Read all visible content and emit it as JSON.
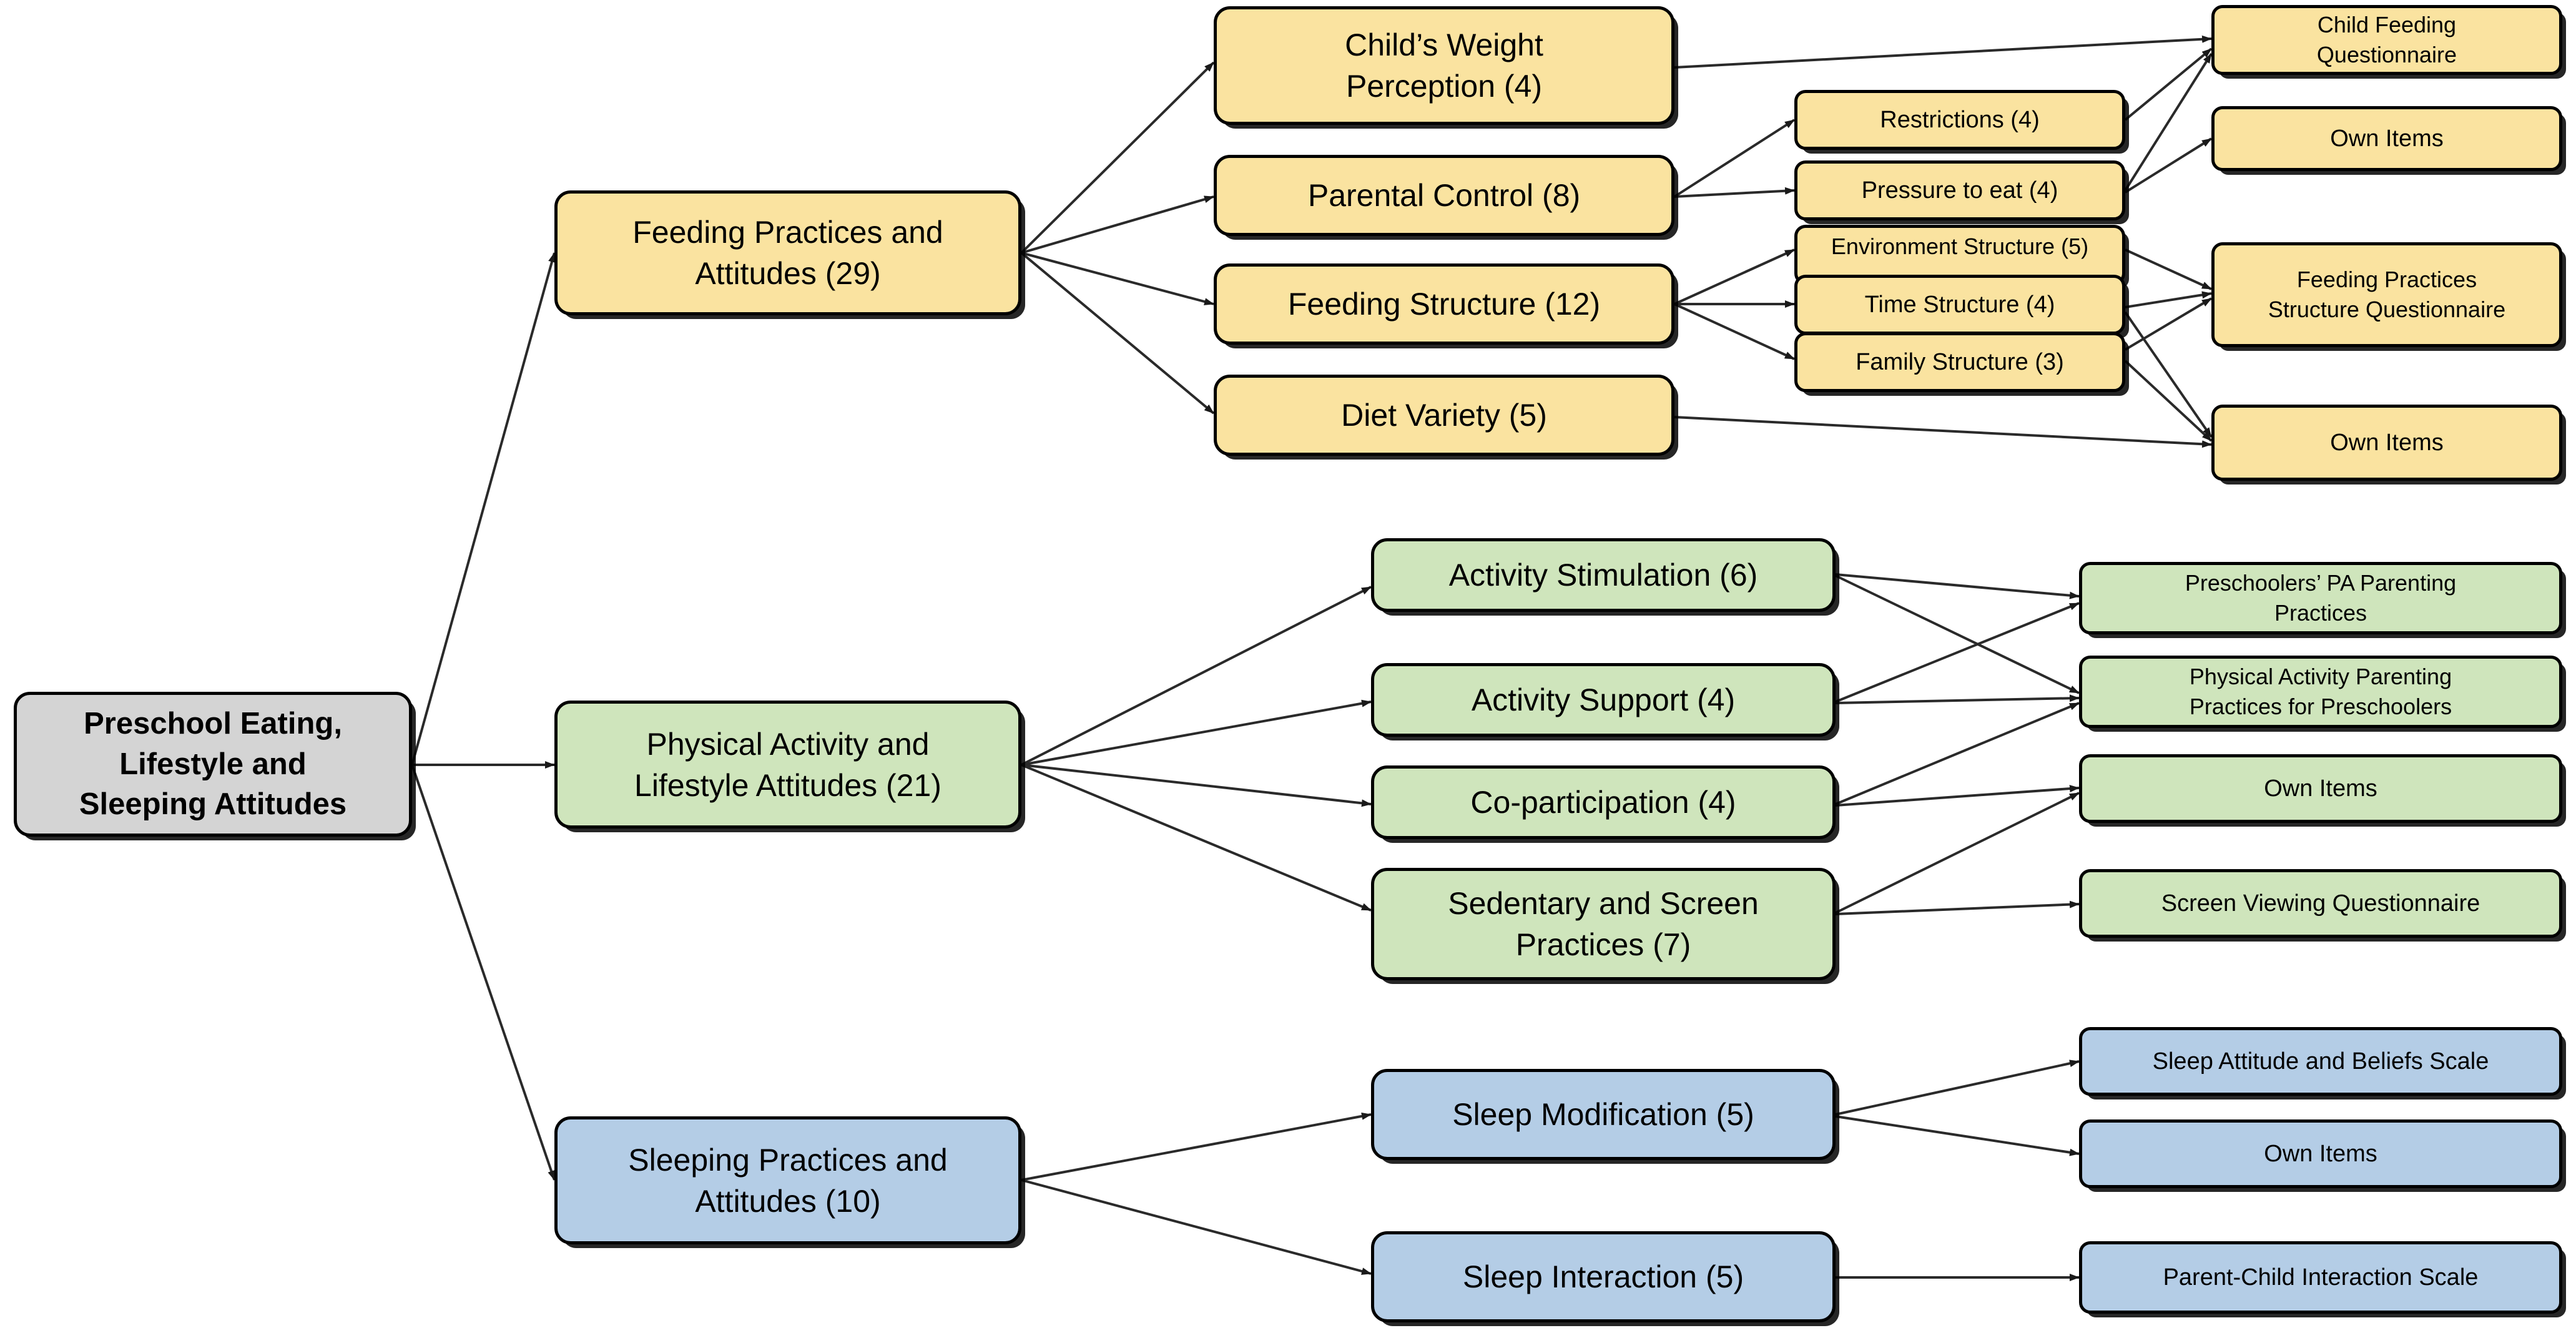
{
  "diagram": {
    "title": "Preschool Eating, Lifestyle and Sleeping Attitudes framework",
    "colors": {
      "root": "#d4d4d4",
      "feeding": "#fae3a0",
      "physical_activity": "#cfe5bc",
      "sleeping": "#b4cde6",
      "border": "#000000",
      "edge": "#222222",
      "background": "#ffffff"
    },
    "root": {
      "label": "Preschool Eating, Lifestyle and Sleeping Attitudes",
      "line1": "Preschool Eating,",
      "line2": "Lifestyle and",
      "line3": "Sleeping Attitudes"
    },
    "domains": [
      {
        "id": "feeding",
        "label": "Feeding Practices and Attitudes (29)",
        "line1": "Feeding Practices and",
        "line2": "Attitudes (29)",
        "count": 29,
        "color": "#fae3a0"
      },
      {
        "id": "physical-activity",
        "label": "Physical Activity and Lifestyle Attitudes (21)",
        "line1": "Physical Activity and",
        "line2": "Lifestyle Attitudes (21)",
        "count": 21,
        "color": "#cfe5bc"
      },
      {
        "id": "sleeping",
        "label": "Sleeping Practices and Attitudes (10)",
        "line1": "Sleeping Practices and",
        "line2": "Attitudes (10)",
        "count": 10,
        "color": "#b4cde6"
      }
    ],
    "feeding_subdomains": [
      {
        "id": "childs-weight-perception",
        "line1": "Child’s Weight",
        "line2": "Perception (4)",
        "label": "Child’s Weight Perception (4)",
        "count": 4
      },
      {
        "id": "parental-control",
        "line1": "Parental Control (8)",
        "line2": "",
        "label": "Parental Control (8)",
        "count": 8
      },
      {
        "id": "feeding-structure",
        "line1": "Feeding Structure (12)",
        "line2": "",
        "label": "Feeding Structure (12)",
        "count": 12
      },
      {
        "id": "diet-variety",
        "line1": "Diet Variety (5)",
        "line2": "",
        "label": "Diet Variety (5)",
        "count": 5
      }
    ],
    "feeding_facets": [
      {
        "id": "restrictions",
        "label": "Restrictions (4)",
        "count": 4
      },
      {
        "id": "pressure-to-eat",
        "label": "Pressure to eat (4)",
        "count": 4
      },
      {
        "id": "environment-structure",
        "label": "Environment Structure (5)",
        "count": 5
      },
      {
        "id": "time-structure",
        "label": "Time Structure (4)",
        "count": 4
      },
      {
        "id": "family-structure",
        "label": "Family Structure (3)",
        "count": 3
      }
    ],
    "feeding_instruments": [
      {
        "id": "child-feeding-questionnaire",
        "line1": "Child Feeding",
        "line2": "Questionnaire",
        "label": "Child Feeding Questionnaire"
      },
      {
        "id": "feeding-own-items-top",
        "line1": "Own Items",
        "line2": "",
        "label": "Own Items"
      },
      {
        "id": "feeding-practices-structure-questionnaire",
        "line1": "Feeding Practices",
        "line2": "Structure Questionnaire",
        "label": "Feeding Practices Structure Questionnaire"
      },
      {
        "id": "feeding-own-items-bottom",
        "line1": "Own Items",
        "line2": "",
        "label": "Own Items"
      }
    ],
    "pa_subdomains": [
      {
        "id": "activity-stimulation",
        "line1": "Activity Stimulation (6)",
        "line2": "",
        "label": "Activity Stimulation (6)",
        "count": 6
      },
      {
        "id": "activity-support",
        "line1": "Activity Support (4)",
        "line2": "",
        "label": "Activity Support (4)",
        "count": 4
      },
      {
        "id": "co-participation",
        "line1": "Co-participation (4)",
        "line2": "",
        "label": "Co-participation (4)",
        "count": 4
      },
      {
        "id": "sedentary-and-screen-practices",
        "line1": "Sedentary and Screen",
        "line2": "Practices (7)",
        "label": "Sedentary and Screen Practices (7)",
        "count": 7
      }
    ],
    "pa_instruments": [
      {
        "id": "preschoolers-pa-parenting-practices",
        "line1": "Preschoolers’ PA Parenting",
        "line2": "Practices",
        "label": "Preschoolers’ PA Parenting Practices"
      },
      {
        "id": "physical-activity-parenting-practices-for-preschoolers",
        "line1": "Physical Activity Parenting",
        "line2": "Practices for Preschoolers",
        "label": "Physical Activity Parenting Practices for Preschoolers"
      },
      {
        "id": "pa-own-items",
        "line1": "Own Items",
        "line2": "",
        "label": "Own Items"
      },
      {
        "id": "screen-viewing-questionnaire",
        "line1": "Screen Viewing Questionnaire",
        "line2": "",
        "label": "Screen Viewing Questionnaire"
      }
    ],
    "sleep_subdomains": [
      {
        "id": "sleep-modification",
        "line1": "Sleep Modification (5)",
        "line2": "",
        "label": "Sleep Modification (5)",
        "count": 5
      },
      {
        "id": "sleep-interaction",
        "line1": "Sleep Interaction (5)",
        "line2": "",
        "label": "Sleep Interaction (5)",
        "count": 5
      }
    ],
    "sleep_instruments": [
      {
        "id": "sleep-attitude-and-beliefs-scale",
        "line1": "Sleep Attitude and Beliefs Scale",
        "line2": "",
        "label": "Sleep Attitude and Beliefs Scale"
      },
      {
        "id": "sleep-own-items",
        "line1": "Own Items",
        "line2": "",
        "label": "Own Items"
      },
      {
        "id": "parent-child-interaction-scale",
        "line1": "Parent-Child Interaction Scale",
        "line2": "",
        "label": "Parent-Child Interaction Scale"
      }
    ],
    "edges": [
      {
        "from": "root",
        "to": "feeding"
      },
      {
        "from": "root",
        "to": "physical-activity"
      },
      {
        "from": "root",
        "to": "sleeping"
      },
      {
        "from": "feeding",
        "to": "childs-weight-perception"
      },
      {
        "from": "feeding",
        "to": "parental-control"
      },
      {
        "from": "feeding",
        "to": "feeding-structure"
      },
      {
        "from": "feeding",
        "to": "diet-variety"
      },
      {
        "from": "parental-control",
        "to": "restrictions"
      },
      {
        "from": "parental-control",
        "to": "pressure-to-eat"
      },
      {
        "from": "feeding-structure",
        "to": "environment-structure"
      },
      {
        "from": "feeding-structure",
        "to": "time-structure"
      },
      {
        "from": "feeding-structure",
        "to": "family-structure"
      },
      {
        "from": "childs-weight-perception",
        "to": "child-feeding-questionnaire"
      },
      {
        "from": "restrictions",
        "to": "child-feeding-questionnaire"
      },
      {
        "from": "pressure-to-eat",
        "to": "child-feeding-questionnaire"
      },
      {
        "from": "pressure-to-eat",
        "to": "feeding-own-items-top"
      },
      {
        "from": "environment-structure",
        "to": "feeding-practices-structure-questionnaire"
      },
      {
        "from": "time-structure",
        "to": "feeding-practices-structure-questionnaire"
      },
      {
        "from": "family-structure",
        "to": "feeding-practices-structure-questionnaire"
      },
      {
        "from": "time-structure",
        "to": "feeding-own-items-bottom"
      },
      {
        "from": "family-structure",
        "to": "feeding-own-items-bottom"
      },
      {
        "from": "diet-variety",
        "to": "feeding-own-items-bottom"
      },
      {
        "from": "physical-activity",
        "to": "activity-stimulation"
      },
      {
        "from": "physical-activity",
        "to": "activity-support"
      },
      {
        "from": "physical-activity",
        "to": "co-participation"
      },
      {
        "from": "physical-activity",
        "to": "sedentary-and-screen-practices"
      },
      {
        "from": "activity-stimulation",
        "to": "preschoolers-pa-parenting-practices"
      },
      {
        "from": "activity-stimulation",
        "to": "physical-activity-parenting-practices-for-preschoolers"
      },
      {
        "from": "activity-support",
        "to": "preschoolers-pa-parenting-practices"
      },
      {
        "from": "activity-support",
        "to": "physical-activity-parenting-practices-for-preschoolers"
      },
      {
        "from": "co-participation",
        "to": "physical-activity-parenting-practices-for-preschoolers"
      },
      {
        "from": "co-participation",
        "to": "pa-own-items"
      },
      {
        "from": "sedentary-and-screen-practices",
        "to": "pa-own-items"
      },
      {
        "from": "sedentary-and-screen-practices",
        "to": "screen-viewing-questionnaire"
      },
      {
        "from": "sleeping",
        "to": "sleep-modification"
      },
      {
        "from": "sleeping",
        "to": "sleep-interaction"
      },
      {
        "from": "sleep-modification",
        "to": "sleep-attitude-and-beliefs-scale"
      },
      {
        "from": "sleep-modification",
        "to": "sleep-own-items"
      },
      {
        "from": "sleep-interaction",
        "to": "parent-child-interaction-scale"
      }
    ]
  }
}
